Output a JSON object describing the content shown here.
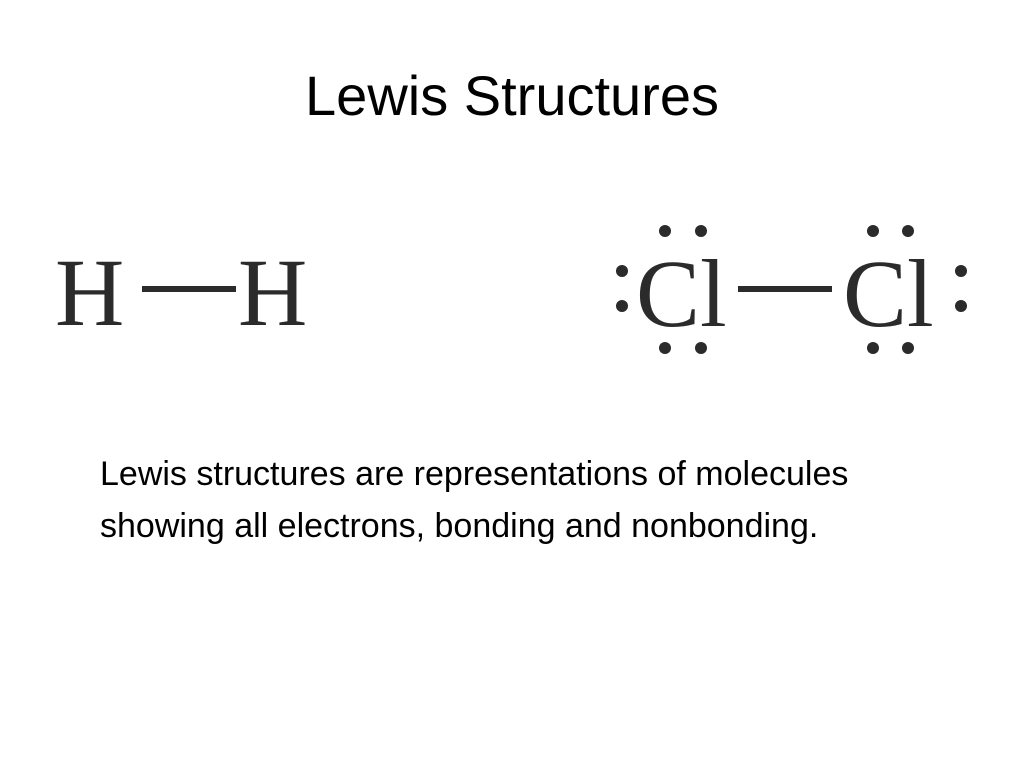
{
  "slide": {
    "title": "Lewis Structures",
    "body": "Lewis structures are representations of molecules showing all electrons, bonding and nonbonding."
  },
  "molecules": {
    "hydrogen": {
      "atom_left": "H",
      "atom_right": "H",
      "bond": "single",
      "lone_pairs_per_atom": 0
    },
    "chlorine": {
      "atom_left": "Cl",
      "atom_right": "Cl",
      "bond": "single",
      "lone_pairs_per_atom": 3
    }
  },
  "colors": {
    "text": "#000000",
    "structure_ink": "#2b2b2b",
    "background": "#ffffff"
  }
}
